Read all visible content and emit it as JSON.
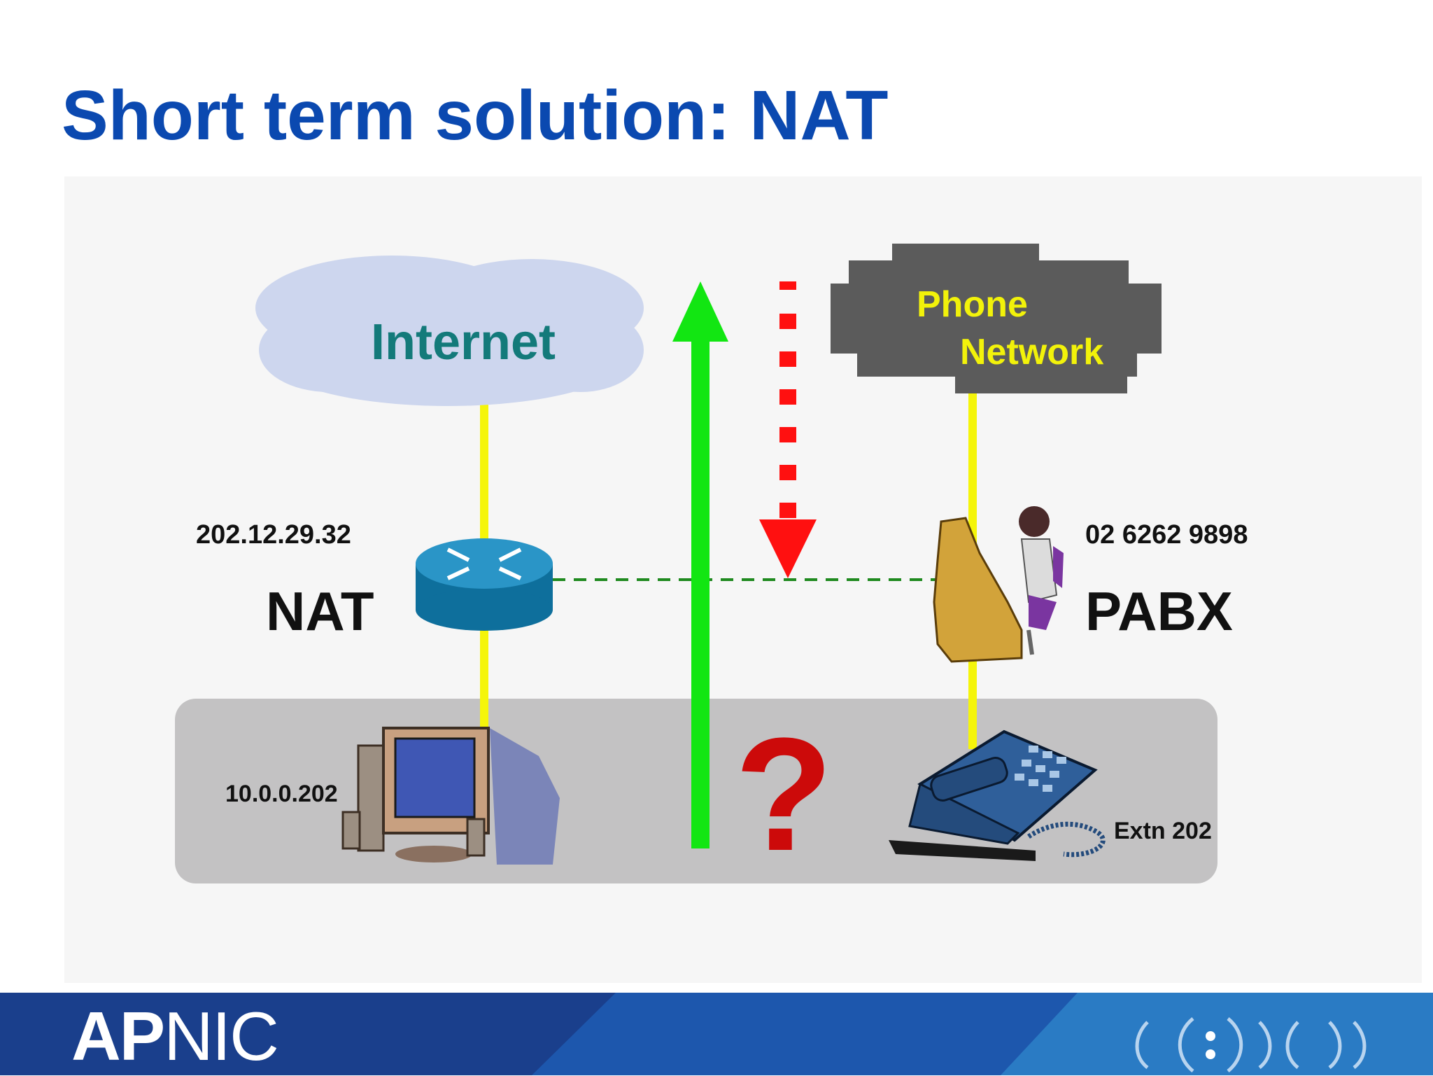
{
  "title": "Short term solution: NAT",
  "clouds": {
    "internet": "Internet",
    "phone_line1": "Phone",
    "phone_line2": "Network"
  },
  "labels": {
    "nat_ip": "202.12.29.32",
    "nat": "NAT",
    "pabx_number": "02 6262 9898",
    "pabx": "PABX",
    "pc_ip": "10.0.0.202",
    "extension": "Extn 202",
    "question": "?"
  },
  "footer": {
    "logo_bold": "AP",
    "logo_rest": "NIC"
  },
  "colors": {
    "title": "#0b49b0",
    "internet_cloud": "#cdd6ee",
    "internet_text": "#137a7a",
    "phone_cloud": "#5b5b5b",
    "phone_text": "#f2f20a",
    "link": "#f5f50a",
    "up_arrow": "#12e612",
    "down_arrow": "#ff1010",
    "question": "#cc0a0a",
    "footer": "#1a3f8c"
  },
  "icons": [
    "router-icon",
    "computer-icon",
    "telephone-icon",
    "operator-icon",
    "apnic-logo"
  ]
}
